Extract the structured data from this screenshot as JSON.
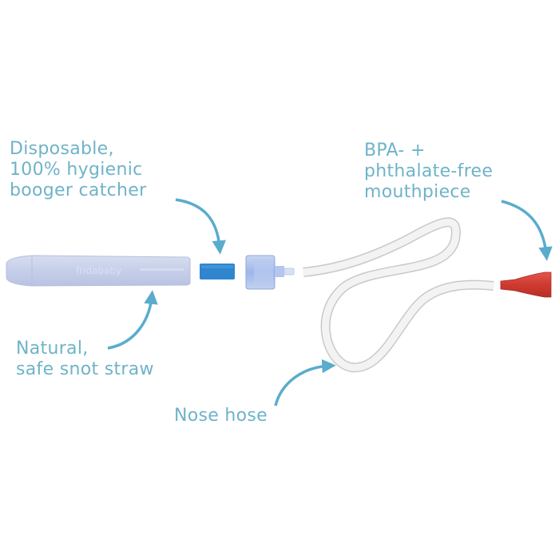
{
  "colors": {
    "label_text": "#6fb3c9",
    "arrow": "#5aaccc",
    "straw": "#c9d2ea",
    "filter": "#2f86cf",
    "cap": "#a9c0ea",
    "hose": "#f1f1f1",
    "mouthpiece": "#d23b32"
  },
  "callouts": {
    "filter": {
      "lines": [
        "Disposable,",
        "100% hygienic",
        "booger catcher"
      ]
    },
    "mouthpiece": {
      "lines": [
        "BPA- +",
        "phthalate-free",
        "mouthpiece"
      ]
    },
    "straw": {
      "lines": [
        "Natural,",
        "safe snot straw"
      ]
    },
    "hose": {
      "lines": [
        "Nose hose"
      ]
    }
  },
  "product": {
    "straw_logo": "fridababy",
    "parts": [
      "snot straw",
      "filter",
      "cap connector",
      "nose hose",
      "mouthpiece"
    ]
  }
}
